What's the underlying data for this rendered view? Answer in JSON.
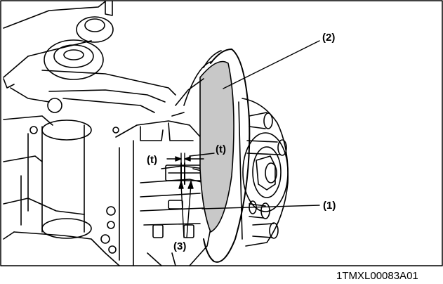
{
  "figure": {
    "callouts": {
      "pad": "(1)",
      "disc": "(2)",
      "wear_marks": "(3)",
      "thickness_left": "(t)",
      "thickness_right": "(t)"
    },
    "figure_id": "1TMXL00083A01"
  },
  "colors": {
    "line": "#000000",
    "disc_fill": "#c8c8c8",
    "background": "#ffffff",
    "frame": "#000000"
  }
}
